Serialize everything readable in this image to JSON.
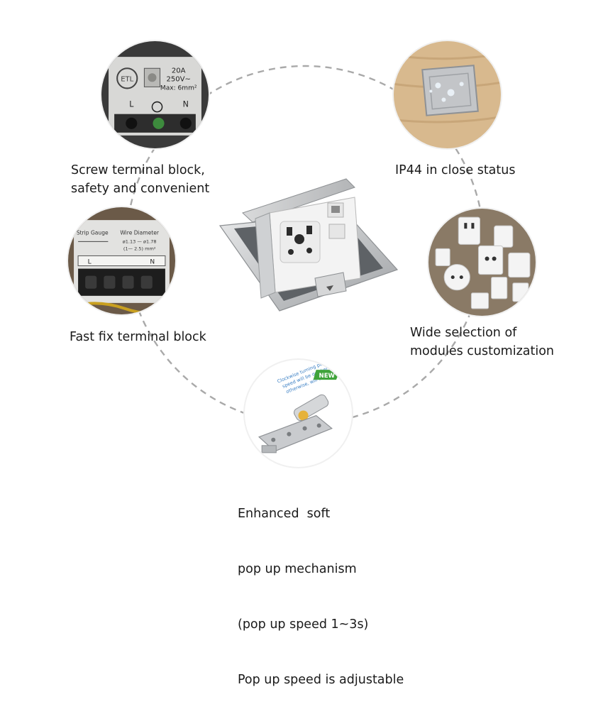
{
  "features": {
    "screw_terminal": {
      "lines": [
        "Screw terminal block,",
        "safety and convenient"
      ],
      "photo_text": {
        "rating_1": "20A",
        "rating_2": "250V~",
        "max": "Max: 6mm²",
        "live": "L",
        "neutral": "N"
      }
    },
    "ip44": {
      "lines": [
        "IP44 in close status"
      ]
    },
    "fast_fix": {
      "lines": [
        "Fast fix terminal block"
      ],
      "photo_text": {
        "strip_gauge": "Strip Gauge",
        "wire_diameter": "Wire Diameter",
        "range_1": "ø1.13 — ø1.78",
        "range_2": "(1— 2.5) mm²",
        "live": "L",
        "neutral": "N"
      }
    },
    "modules": {
      "lines": [
        "Wide selection of",
        "modules customization"
      ]
    },
    "pop_up": {
      "lines": [
        "Enhanced  soft",
        "pop up mechanism",
        "(pop up speed 1~3s)",
        "Pop up speed is adjustable"
      ],
      "photo_text": {
        "badge": "NEW",
        "note_1": "Clockwise turning pop up",
        "note_2": "speed will be quicker,",
        "note_3": "otherwise, will be slower."
      }
    }
  },
  "colors": {
    "dashed_ring": "#a9a9a9",
    "steel": "#c9cbcd",
    "module_white": "#f4f4f4",
    "badge": "#3fa33a"
  }
}
